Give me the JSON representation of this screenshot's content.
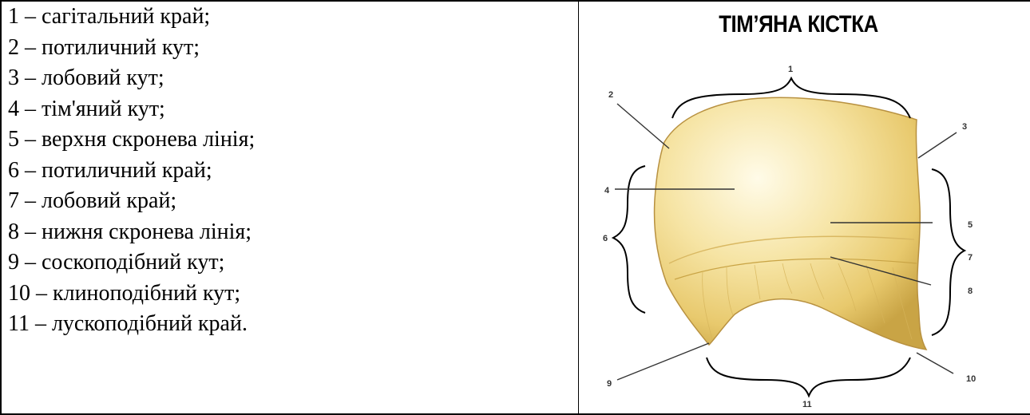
{
  "legend": {
    "items": [
      "1 – сагітальний край;",
      "2 – потиличний кут;",
      "3 – лобовий кут;",
      "4 – тім'яний кут;",
      "5 – верхня скронева лінія;",
      "6 – потиличний край;",
      "7 – лобовий край;",
      "8 – нижня скронева лінія;",
      "9 – соскоподібний кут;",
      "10 – клиноподібний кут;",
      "11 – лускоподібний край."
    ]
  },
  "figure": {
    "title": "ТІМ’ЯНА КІСТКА",
    "labels": [
      "1",
      "2",
      "3",
      "4",
      "5",
      "6",
      "7",
      "8",
      "9",
      "10",
      "11"
    ],
    "colors": {
      "bone_light": "#fffbe8",
      "bone_mid": "#f3dd8a",
      "bone_dark": "#c9a445"
    }
  }
}
